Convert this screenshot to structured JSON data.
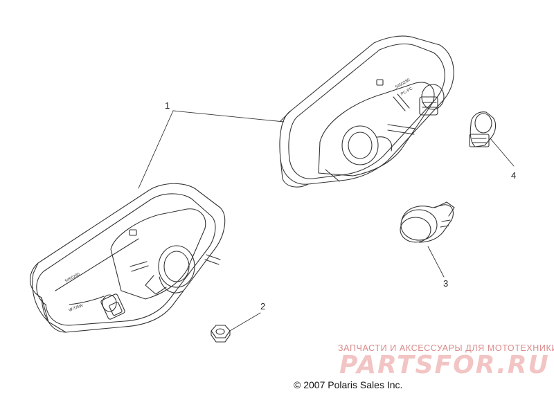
{
  "callouts": {
    "c1": "1",
    "c2": "2",
    "c3": "3",
    "c4": "4"
  },
  "part_labels": {
    "left_lamp_code": "5450280",
    "left_lamp_bulb": "W/T/5W",
    "right_lamp_code": "5450280",
    "right_lamp_marking": "PC-PC"
  },
  "watermark": {
    "tagline": "ЗАПЧАСТИ И АКСЕССУАРЫ ДЛЯ МОТОТЕХНИКИ",
    "logo": "PARTSFOR.RU"
  },
  "footer": {
    "copyright": "© 2007 Polaris Sales Inc."
  },
  "colors": {
    "line": "#333333",
    "watermark_text": "#d98a8a",
    "watermark_logo": "#f2c4c4"
  }
}
